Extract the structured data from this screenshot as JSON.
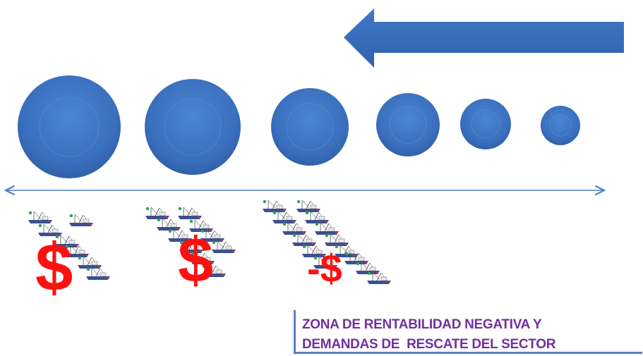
{
  "dollar_marks": [
    {
      "id": "d1",
      "label": "$"
    },
    {
      "id": "d2",
      "label": "$"
    },
    {
      "id": "d3",
      "label": "-$"
    }
  ],
  "zone_label": {
    "line1": "ZONA DE RENTABILIDAD NEGATIVA Y",
    "line2": "DEMANDAS DE  RESCATE DEL SECTOR"
  },
  "colors": {
    "circle_fill": "#3a6fbd",
    "arrow_fill": "#3b73c0",
    "dollar": "#ff1010",
    "zone_text": "#7030a0",
    "axis_line": "#4f7fc8"
  },
  "icons": {
    "boat": "fishing-boat-icon",
    "arrow": "left-arrow-icon"
  }
}
